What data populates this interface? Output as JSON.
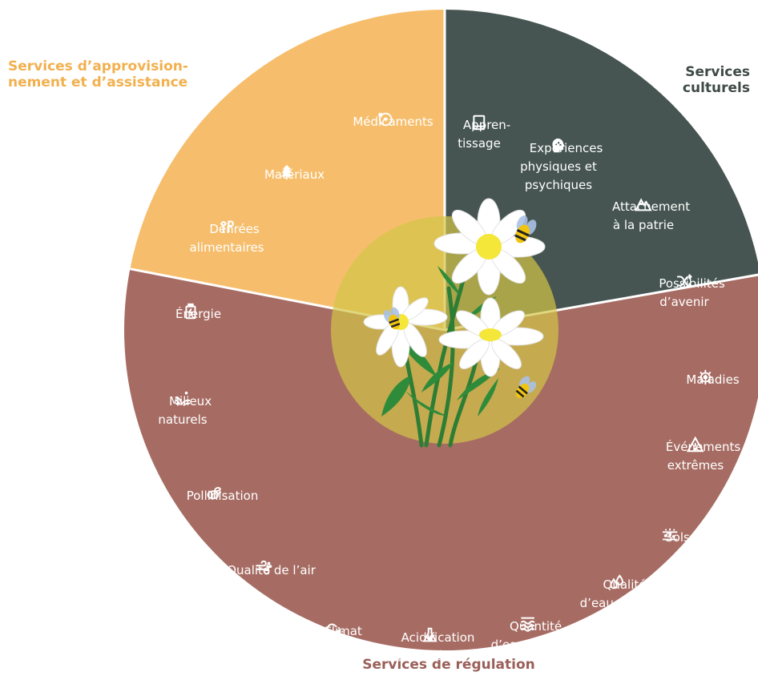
{
  "colors": {
    "provisioning": "#f6be6c",
    "cultural": "#465551",
    "regulation": "#a66c63",
    "center_glow": "#d3c547",
    "provisioning_title": "#f2b04e",
    "cultural_title": "#3f4b47",
    "regulation_title": "#9a5f58"
  },
  "sectors": {
    "provisioning": {
      "title": "Services d’approvision-\nnement et d’assistance",
      "items": [
        {
          "label": "Médicaments",
          "icon": "medicine-icon"
        },
        {
          "label": "Matériaux",
          "icon": "tree-icon"
        },
        {
          "label": "Denrées\nalimentaires",
          "icon": "food-icon"
        },
        {
          "label": "Énergie",
          "icon": "battery-icon"
        }
      ]
    },
    "cultural": {
      "title": "Services\nculturels",
      "items": [
        {
          "label": "Appren-\ntissage",
          "icon": "book-icon"
        },
        {
          "label": "Expériences\nphysiques et\npsychiques",
          "icon": "head-icon"
        },
        {
          "label": "Attachement\nà la patrie",
          "icon": "mountain-icon"
        },
        {
          "label": "Possibilités\nd’avenir",
          "icon": "shuffle-icon"
        }
      ]
    },
    "regulation": {
      "title": "Services de régulation",
      "items": [
        {
          "label": "Milieux\nnaturels",
          "icon": "habitat-icon"
        },
        {
          "label": "Pollinisation",
          "icon": "bee-icon"
        },
        {
          "label": "Qualité de l’air",
          "icon": "wind-icon"
        },
        {
          "label": "Climat",
          "icon": "climate-icon"
        },
        {
          "label": "Acidification\ndes océans",
          "icon": "flask-icon"
        },
        {
          "label": "Quantité\nd’eau douce",
          "icon": "waves-icon"
        },
        {
          "label": "Qualité\nd’eau douce",
          "icon": "drops-icon"
        },
        {
          "label": "Sols",
          "icon": "soil-icon"
        },
        {
          "label": "Événements\nextrêmes",
          "icon": "warning-icon"
        },
        {
          "label": "Maladies",
          "icon": "virus-icon"
        }
      ]
    }
  }
}
